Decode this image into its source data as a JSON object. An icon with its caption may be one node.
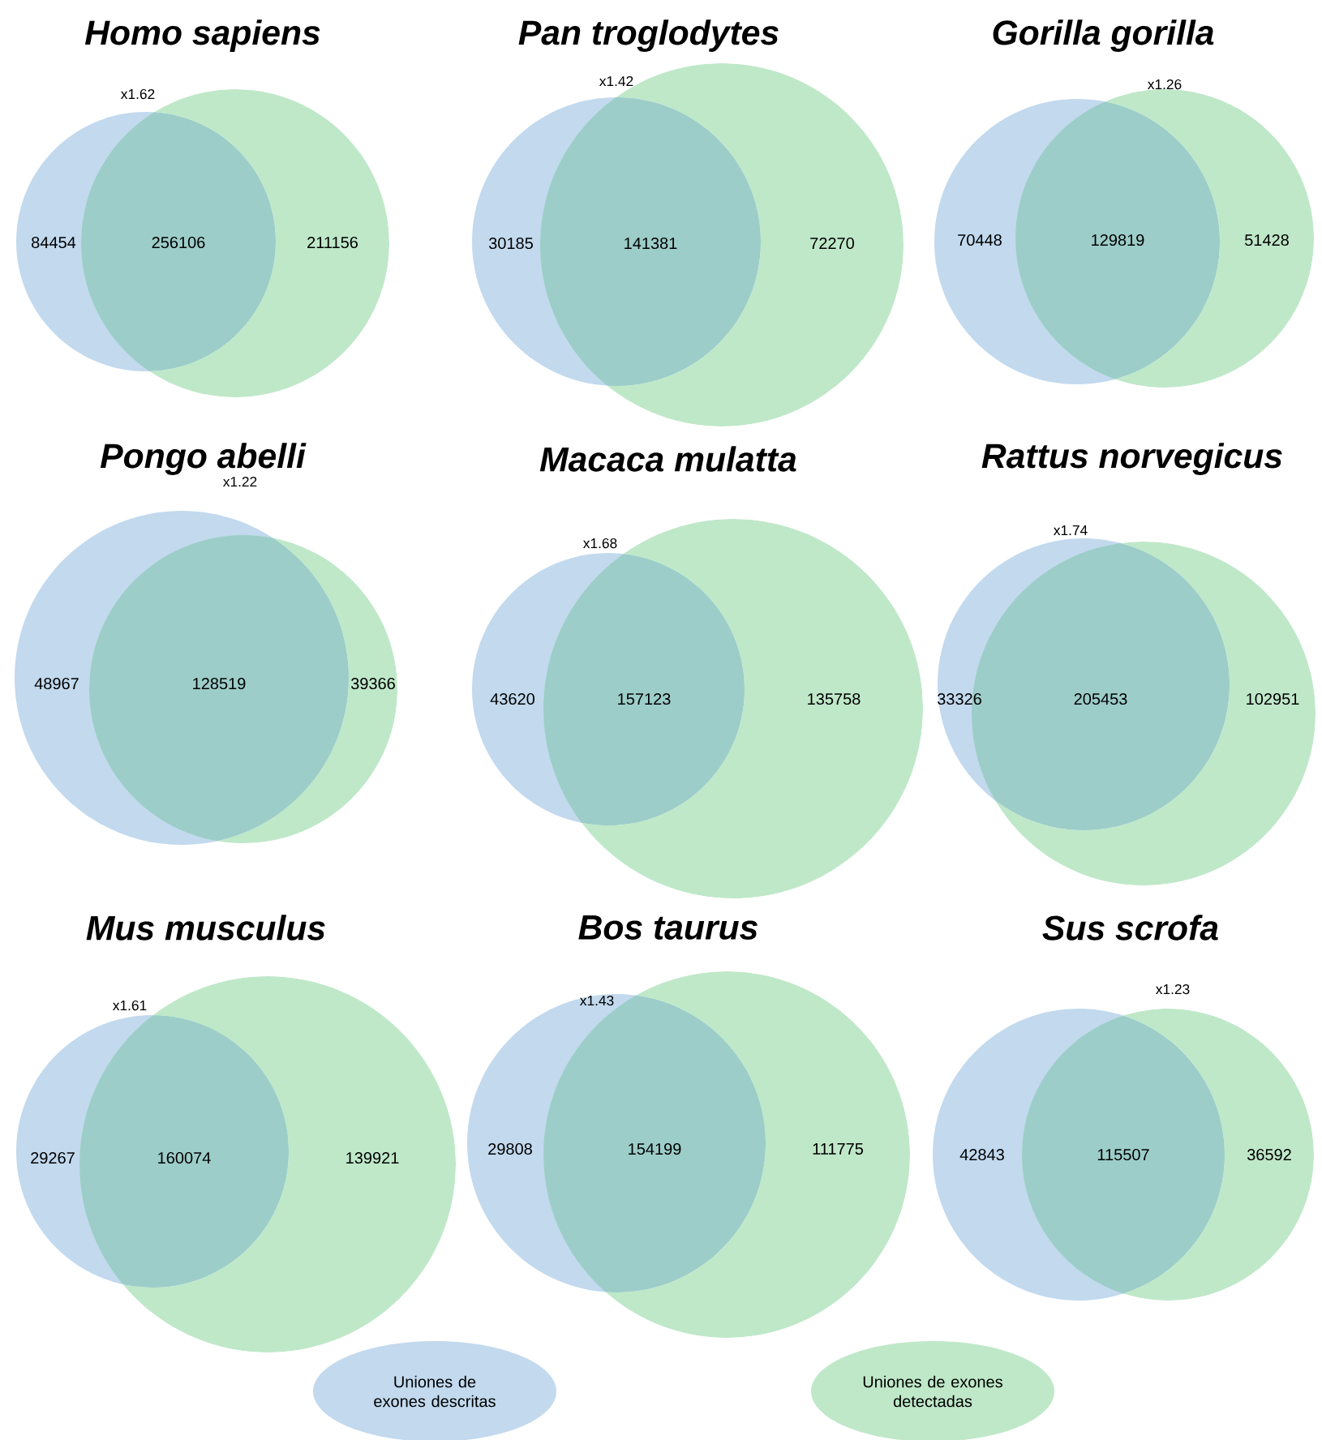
{
  "diagram": {
    "nodes": [
      {
        "text": [
          "84454"
        ]
      },
      {
        "text": [
          "211156"
        ]
      },
      {
        "text": [
          "30185"
        ]
      },
      {
        "text": [
          "72270"
        ]
      },
      {
        "text": [
          "70448"
        ]
      },
      {
        "text": [
          "51428"
        ]
      },
      {
        "text": [
          "48967"
        ]
      },
      {
        "text": [
          "39366"
        ]
      },
      {
        "text": [
          "43620"
        ]
      },
      {
        "text": [
          "135758"
        ]
      },
      {
        "text": [
          "33326"
        ]
      },
      {
        "text": [
          "102951"
        ]
      },
      {
        "text": [
          "29267"
        ]
      },
      {
        "text": [
          "139921"
        ]
      },
      {
        "text": [
          "29808"
        ]
      },
      {
        "text": [
          "111775"
        ]
      },
      {
        "text": [
          "42843"
        ]
      },
      {
        "text": [
          "36592"
        ]
      }
    ],
    "edges": [],
    "labels": [
      "Homo sapiens",
      "x1.62",
      "256106",
      "Pan troglodytes",
      "x1.42",
      "141381",
      "Gorilla gorilla",
      "x1.26",
      "129819",
      "Pongo abelli",
      "x1.22",
      "128519",
      "Macaca mulatta",
      "x1.68",
      "157123",
      "Rattus norvegicus",
      "x1.74",
      "205453",
      "Mus musculus",
      "x1.61",
      "160074",
      "Bos taurus",
      "x1.43",
      "154199",
      "Sus scrofa",
      "x1.23",
      "115507"
    ],
    "legend": [
      {
        "text": "Uniones de exones descritas",
        "color": "#c2d9ee"
      },
      {
        "text": "Uniones de exones detectadas",
        "color": "#bfe8c9"
      }
    ]
  }
}
